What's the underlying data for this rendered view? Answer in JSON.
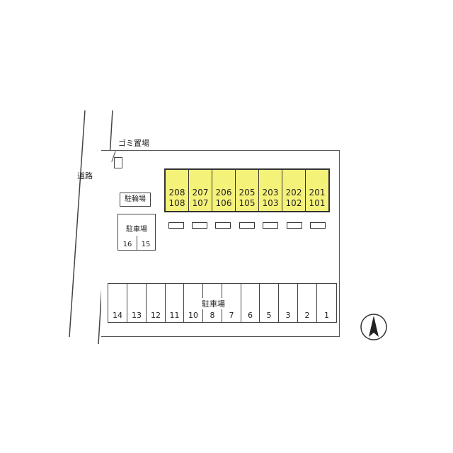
{
  "labels": {
    "road": "道路",
    "garbage": "ゴミ置場",
    "bicycle": "駐輪場",
    "motorcycle": "駐車場",
    "parking": "駐車場"
  },
  "motorcycle_stalls": [
    "16",
    "15"
  ],
  "units": [
    {
      "upper": "208",
      "lower": "108"
    },
    {
      "upper": "207",
      "lower": "107"
    },
    {
      "upper": "206",
      "lower": "106"
    },
    {
      "upper": "205",
      "lower": "105"
    },
    {
      "upper": "203",
      "lower": "103"
    },
    {
      "upper": "202",
      "lower": "102"
    },
    {
      "upper": "201",
      "lower": "101"
    }
  ],
  "parking_stalls": [
    "14",
    "13",
    "12",
    "11",
    "10",
    "8",
    "7",
    "6",
    "5",
    "3",
    "2",
    "1"
  ],
  "colors": {
    "building": "#f5f27a",
    "line": "#444444"
  },
  "compass_icon": "north-arrow-icon"
}
